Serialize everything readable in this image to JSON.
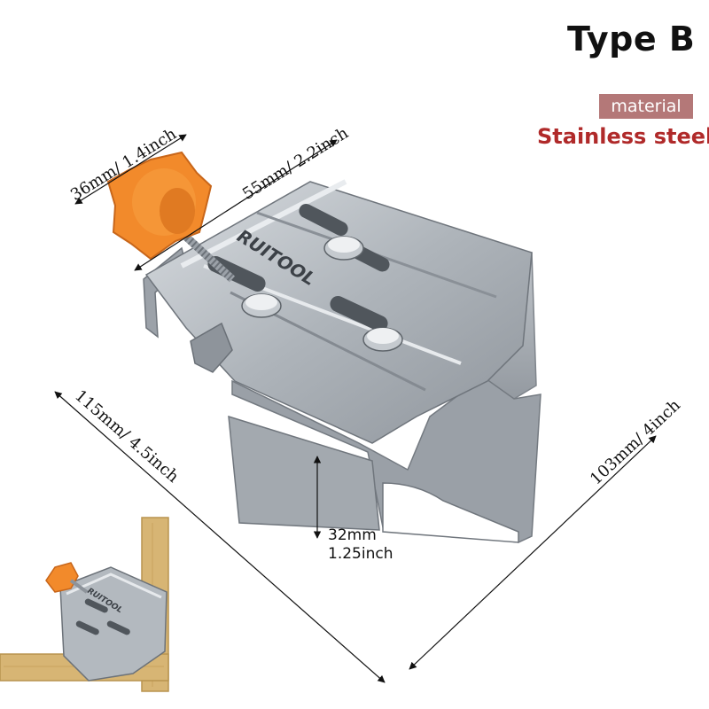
{
  "header": {
    "type_label": "Type B"
  },
  "material": {
    "badge": "material",
    "value": "Stainless steel"
  },
  "product": {
    "brand": "RUITOOL",
    "inset_brand": "RUITOOL"
  },
  "dimensions": {
    "knob_width": "36mm/ 1.4inch",
    "top_width": "55mm/ 2.2inch",
    "left_length": "115mm/ 4.5inch",
    "right_length": "103mm/ 4inch",
    "height_line1": "32mm",
    "height_line2": "1.25inch"
  },
  "colors": {
    "badge": "#b47878",
    "material_text": "#b02a2a",
    "knob": "#f08a2a",
    "steel": "#b9bec4",
    "wood": "#d9b777"
  }
}
